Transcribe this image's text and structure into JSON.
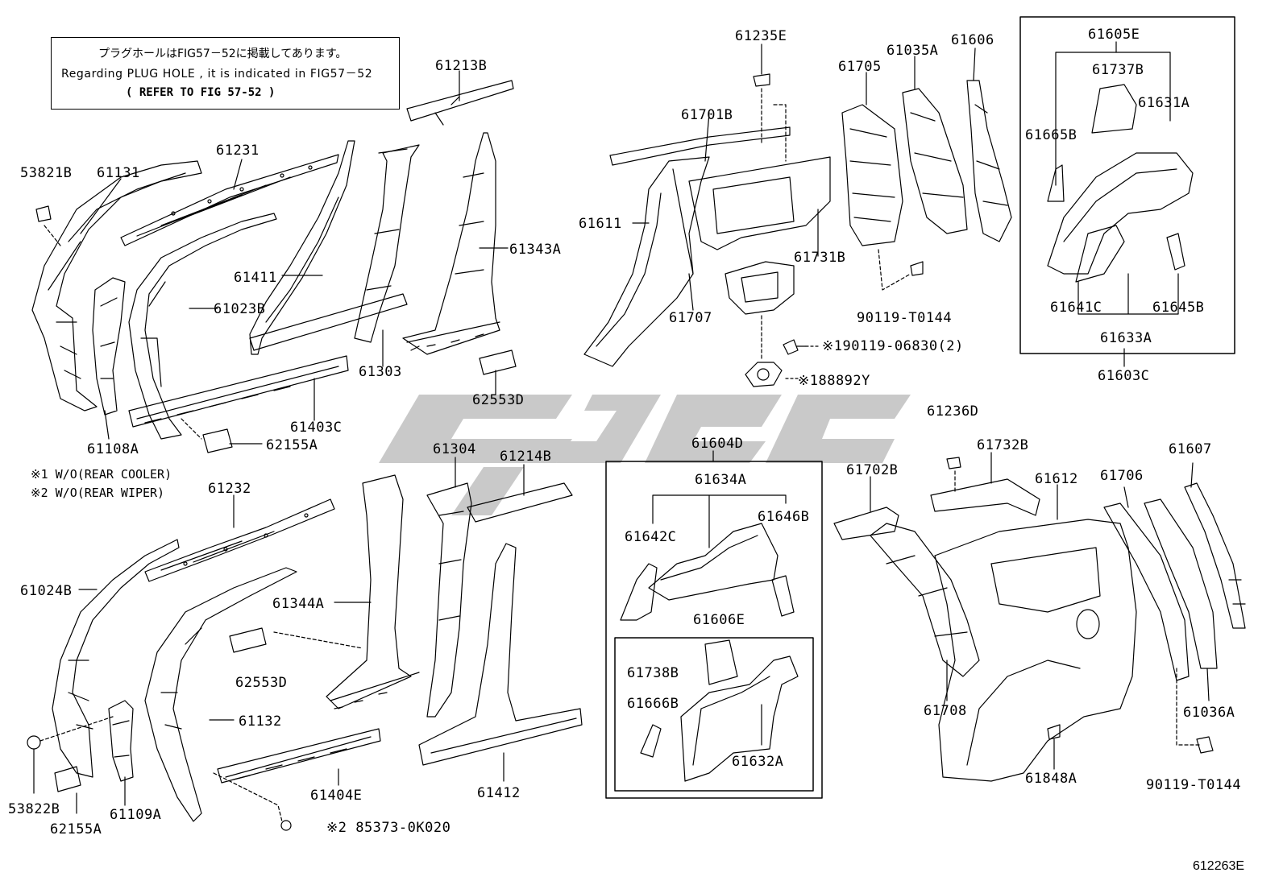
{
  "note": {
    "line1": "プラグホールはFIG57－52に掲載してあります。",
    "line2": "Regarding PLUG HOLE , it is indicated in FIG57－52",
    "line3": "(   REFER TO FIG 57-52 )"
  },
  "footnotes": {
    "f1": "※1 W/O(REAR COOLER)",
    "f2": "※2 W/O(REAR WIPER)"
  },
  "diagram_id": "612263E",
  "labels": {
    "p53821B": "53821B",
    "p61131": "61131",
    "p61231": "61231",
    "p61213B": "61213B",
    "p61411": "61411",
    "p61023B": "61023B",
    "p61343A": "61343A",
    "p61303": "61303",
    "p61403C": "61403C",
    "p61108A": "61108A",
    "p62155A_top": "62155A",
    "p62553D_top": "62553D",
    "p61235E": "61235E",
    "p61701B": "61701B",
    "p61611": "61611",
    "p61707": "61707",
    "p61731B": "61731B",
    "p61705": "61705",
    "p61035A": "61035A",
    "p61606": "61606",
    "p90119T0144_top": "90119-T0144",
    "p90119_06830": "※190119-06830(2)",
    "p188892Y": "※188892Y",
    "p61605E": "61605E",
    "p61737B": "61737B",
    "p61631A": "61631A",
    "p61665B": "61665B",
    "p61641C": "61641C",
    "p61645B": "61645B",
    "p61633A": "61633A",
    "p61603C": "61603C",
    "p61232": "61232",
    "p61024B": "61024B",
    "p61344A": "61344A",
    "p62553D_bot": "62553D",
    "p61132": "61132",
    "p61304": "61304",
    "p61214B": "61214B",
    "p61404E": "61404E",
    "p61412": "61412",
    "p53822B": "53822B",
    "p62155A_bot": "62155A",
    "p61109A": "61109A",
    "p85373": "※2 85373-0K020",
    "p61604D": "61604D",
    "p61634A": "61634A",
    "p61642C": "61642C",
    "p61646B": "61646B",
    "p61606E": "61606E",
    "p61738B": "61738B",
    "p61666B": "61666B",
    "p61632A": "61632A",
    "p61236D": "61236D",
    "p61732B": "61732B",
    "p61702B": "61702B",
    "p61612": "61612",
    "p61706": "61706",
    "p61607": "61607",
    "p61708": "61708",
    "p61848A": "61848A",
    "p61036A": "61036A",
    "p90119T0144_bot": "90119-T0144"
  },
  "colors": {
    "line": "#000000",
    "watermark": "#c8c8c8"
  }
}
